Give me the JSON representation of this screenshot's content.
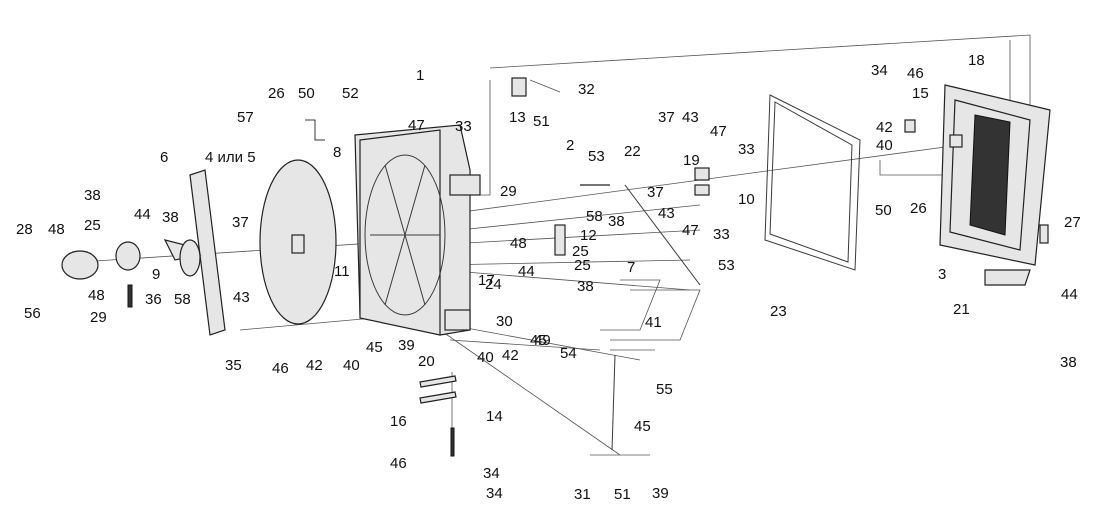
{
  "labels": [
    "1",
    "2",
    "3",
    "4 или 5",
    "6",
    "7",
    "8",
    "9",
    "10",
    "11",
    "12",
    "13",
    "14",
    "15",
    "16",
    "17",
    "18",
    "19",
    "20",
    "21",
    "22",
    "23",
    "24",
    "25",
    "25",
    "25",
    "26",
    "26",
    "27",
    "28",
    "29",
    "29",
    "30",
    "31",
    "32",
    "33",
    "33",
    "33",
    "34",
    "34",
    "34",
    "35",
    "36",
    "37",
    "37",
    "37",
    "38",
    "38",
    "38",
    "38",
    "38",
    "39",
    "39",
    "40",
    "40",
    "40",
    "41",
    "42",
    "42",
    "42",
    "43",
    "43",
    "43",
    "44",
    "44",
    "44",
    "45",
    "45",
    "45",
    "46",
    "46",
    "46",
    "47",
    "47",
    "47",
    "48",
    "48",
    "48",
    "49",
    "50",
    "50",
    "51",
    "51",
    "52",
    "53",
    "53",
    "54",
    "55",
    "56",
    "57",
    "58",
    "58"
  ]
}
